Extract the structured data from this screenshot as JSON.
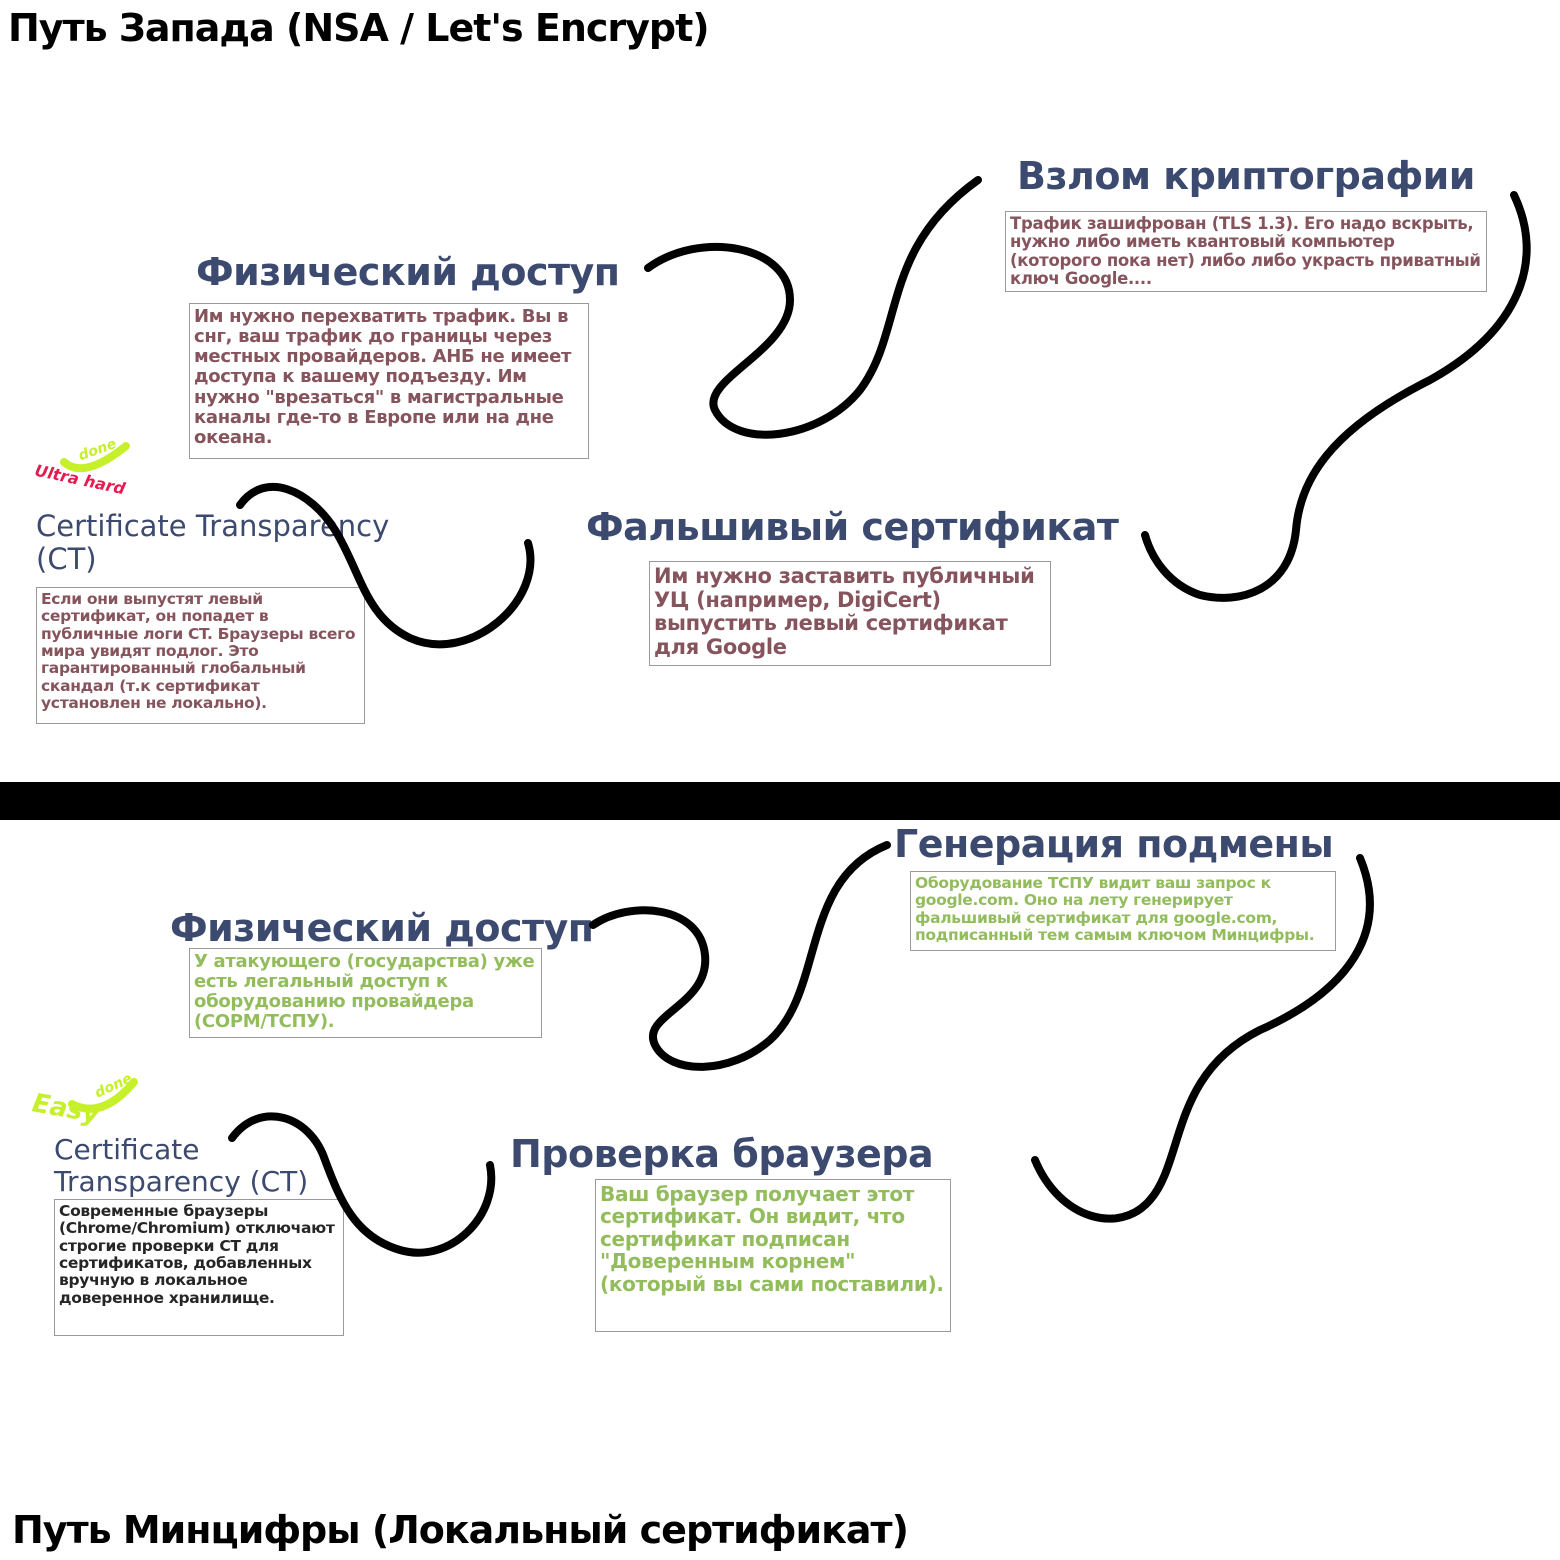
{
  "top_section": {
    "title": "Путь Запада (NSA / Let's Encrypt)",
    "nodes": {
      "physical": {
        "heading": "Физический доступ",
        "text": "Им нужно перехватить трафик. Вы в снг, ваш трафик до границы через местных провайдеров. АНБ не имеет доступа к вашему подъезду. Им нужно \"врезаться\" в магистральные каналы где-то в Европе или на дне океана."
      },
      "crypto": {
        "heading": "Взлом криптографии",
        "text": "Трафик зашифрован (TLS 1.3). Его надо вскрыть, нужно либо иметь квантовый компьютер (которого пока нет) либо либо украсть приватный ключ Google...."
      },
      "fake_cert": {
        "heading": "Фальшивый сертификат",
        "text": "Им нужно заставить публичный УЦ (например, DigiCert) выпустить левый сертификат для Google"
      },
      "ct": {
        "heading": "Certificate Transparency (CT)",
        "text": "Если они выпустят левый сертификат, он попадет в публичные логи CT. Браузеры всего мира увидят подлог. Это гарантированный глобальный скандал (т.к сертификат установлен не локально)."
      }
    },
    "sticker": {
      "label": "Ultra hard",
      "tag": "done",
      "color": "#e8194f",
      "tag_color": "#c6f02a"
    }
  },
  "bottom_section": {
    "title": "Путь Минцифры (Локальный сертификат)",
    "nodes": {
      "physical": {
        "heading": "Физический доступ",
        "text": "У атакующего (государства) уже есть легальный доступ к оборудованию провайдера (СОРМ/ТСПУ)."
      },
      "generation": {
        "heading": "Генерация подмены",
        "text": "Оборудование ТСПУ видит ваш запрос к google.com. Оно на лету генерирует фальшивый сертификат для google.com, подписанный тем самым ключом Минцифры."
      },
      "browser_check": {
        "heading": "Проверка браузера",
        "text": "Ваш браузер получает этот сертификат. Он видит, что сертификат подписан \"Доверенным корнем\" (который вы сами поставили)."
      },
      "ct": {
        "heading": "Certificate Transparency (CT)",
        "text": "Современные браузеры (Chrome/Chromium) отключают строгие проверки CT для сертификатов, добавленных вручную в локальное доверенное хранилище."
      }
    },
    "sticker": {
      "label": "Easy",
      "tag": "done",
      "color": "#c6f02a",
      "tag_color": "#c6f02a"
    }
  },
  "colors": {
    "heading": "#3c4a70",
    "text_hard": "#85545d",
    "text_easy": "#93bd5d",
    "connector": "#000000"
  }
}
